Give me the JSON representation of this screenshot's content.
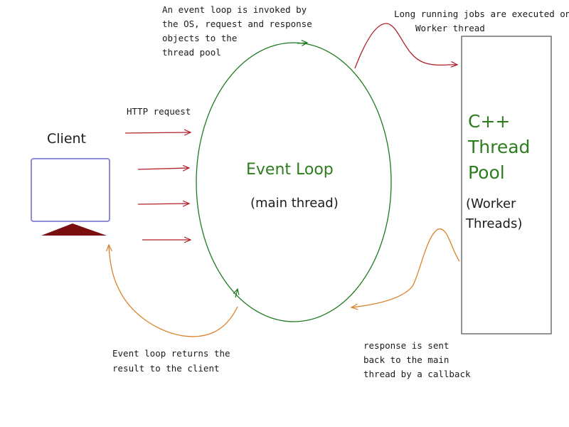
{
  "client": {
    "label": "Client"
  },
  "event_loop": {
    "title": "Event Loop",
    "subtitle": "(main thread)"
  },
  "thread_pool": {
    "title_lines": [
      "C++",
      "Thread",
      "Pool"
    ],
    "subtitle_lines": [
      "(Worker",
      "Threads)"
    ]
  },
  "annotations": {
    "invoke": [
      "An event loop is invoked by",
      "the OS, request and response",
      "objects to the",
      "thread pool"
    ],
    "long_jobs": [
      "Long running jobs are executed on",
      "Worker thread"
    ],
    "http_request": "HTTP request",
    "returns": [
      "Event loop returns the",
      "result to the client"
    ],
    "callback": [
      "response is sent",
      "back to the main",
      "thread by a callback"
    ]
  },
  "colors": {
    "loop": "#1f7a1f",
    "request_arrow": "#b0202a",
    "response_arrow": "#d9822b",
    "monitor_border": "#7f7fd6",
    "monitor_base": "#7a0d10",
    "label_green": "#2e7d1e"
  }
}
